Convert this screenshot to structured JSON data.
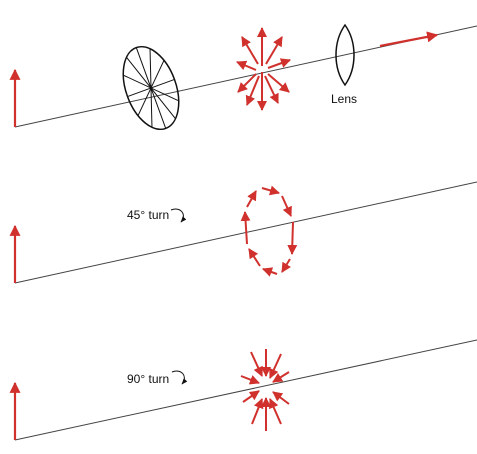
{
  "labels": {
    "lens": "Lens",
    "turn_45": "45° turn",
    "turn_90": "90° turn"
  },
  "colors": {
    "arrow": "#d0312d",
    "beam": "#444444",
    "outline": "#111111",
    "background": "#ffffff"
  },
  "icons": {
    "turn": "curved-arrow-icon",
    "vector": "arrow-icon"
  }
}
